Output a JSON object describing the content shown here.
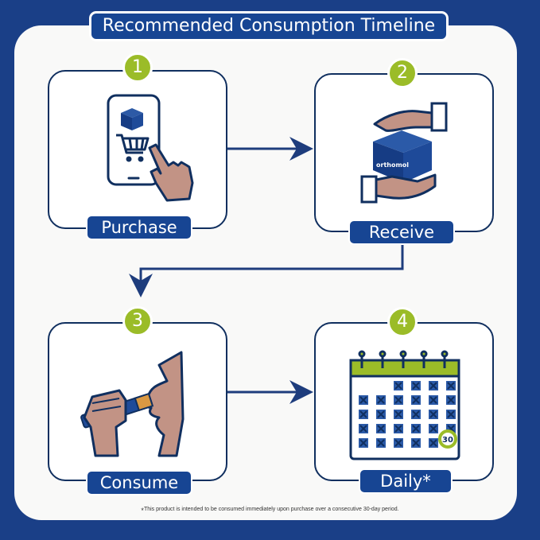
{
  "title": "Recommended Consumption Timeline",
  "steps": [
    {
      "number": "1",
      "label": "Purchase"
    },
    {
      "number": "2",
      "label": "Receive"
    },
    {
      "number": "3",
      "label": "Consume"
    },
    {
      "number": "4",
      "label": "Daily*"
    }
  ],
  "brand_text": "orthomol",
  "calendar_day": "30",
  "footnote": {
    "asterisk": "*",
    "text": "This product is intended to be consumed immediately upon purchase over a consecutive 30-day period."
  },
  "colors": {
    "navy": "#1a3f87",
    "label_blue": "#174593",
    "green": "#9bbc28",
    "skin": "#c29385",
    "arrow": "#1e3d7d"
  }
}
